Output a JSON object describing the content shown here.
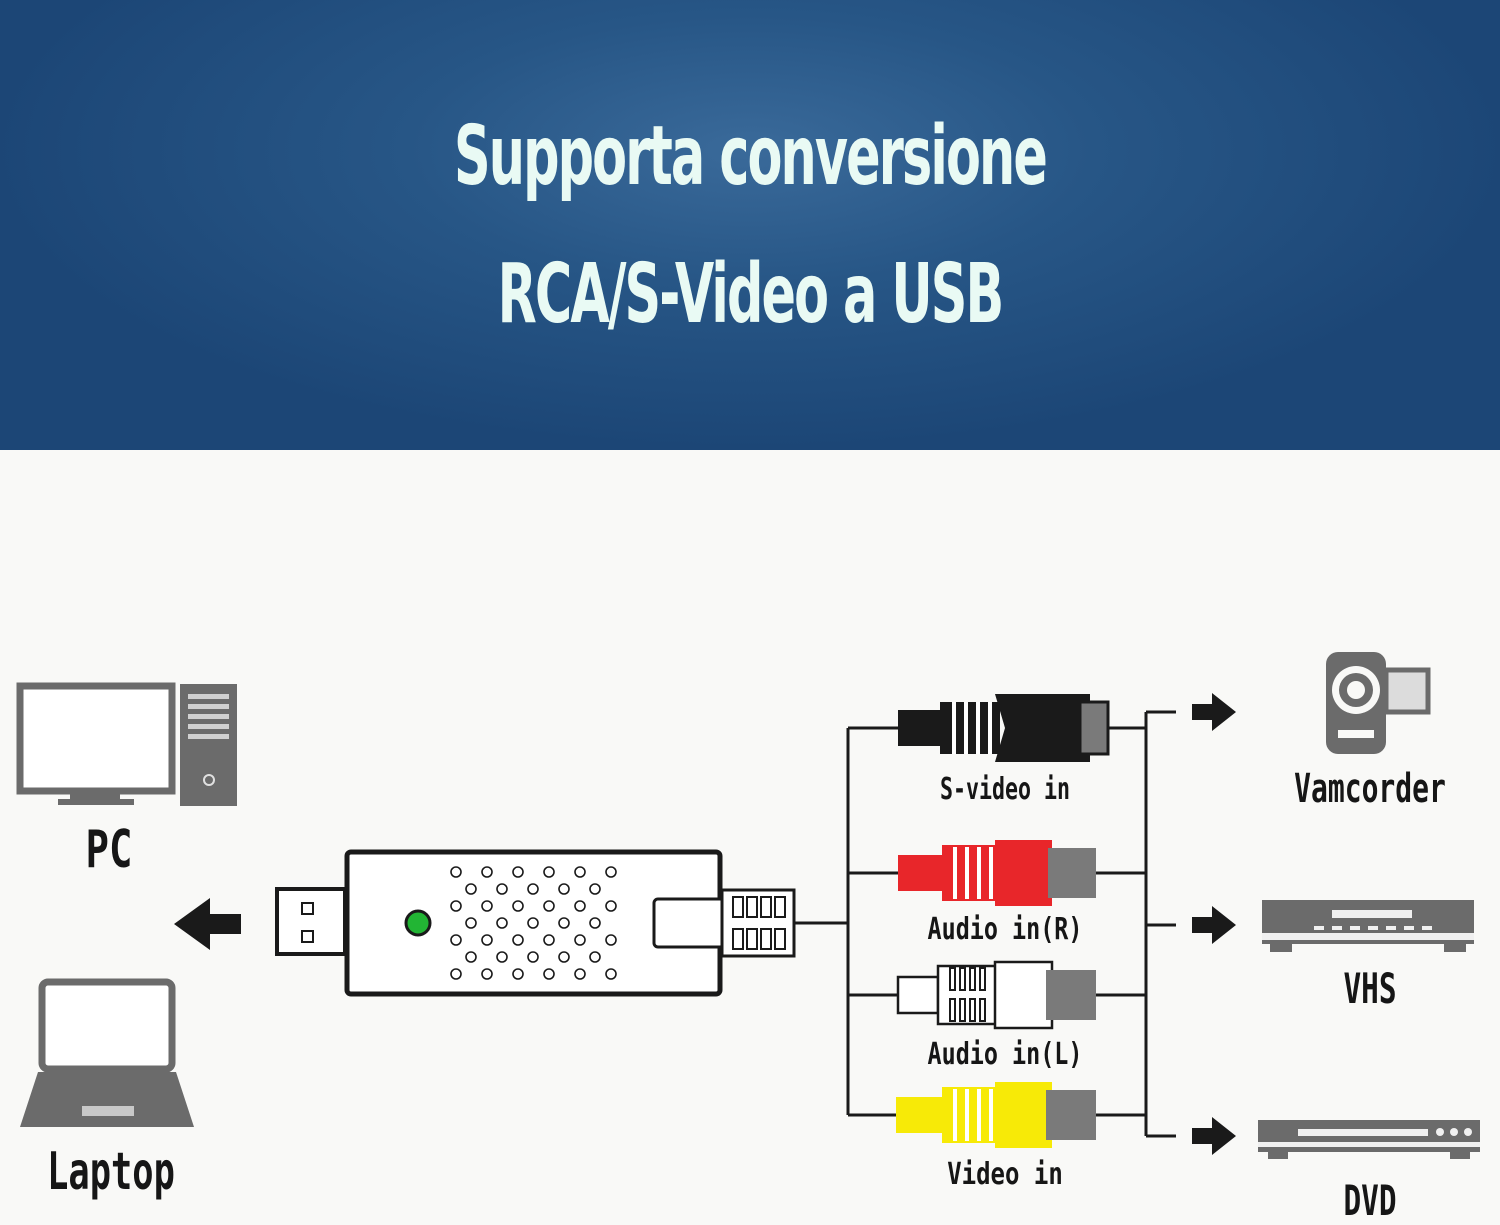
{
  "banner": {
    "title_line1": "Supporta conversione",
    "title_line2": "RCA/S-Video a USB",
    "colors": {
      "background": "#275686",
      "text": "#e9faf4"
    }
  },
  "left_devices": {
    "pc_label": "PC",
    "laptop_label": "Laptop"
  },
  "connectors": [
    {
      "label": "S-video in",
      "color": "#1a1a1a"
    },
    {
      "label": "Audio in(R)",
      "color": "#e8262a"
    },
    {
      "label": "Audio in(L)",
      "color": "#ffffff"
    },
    {
      "label": "Video in",
      "color": "#f7ea07"
    }
  ],
  "right_devices": {
    "camcorder_label": "Vamcorder",
    "vhs_label": "VHS",
    "dvd_label": "DVD"
  },
  "colors": {
    "status_led": "#22b534",
    "device_gray": "#6b6b6b"
  }
}
